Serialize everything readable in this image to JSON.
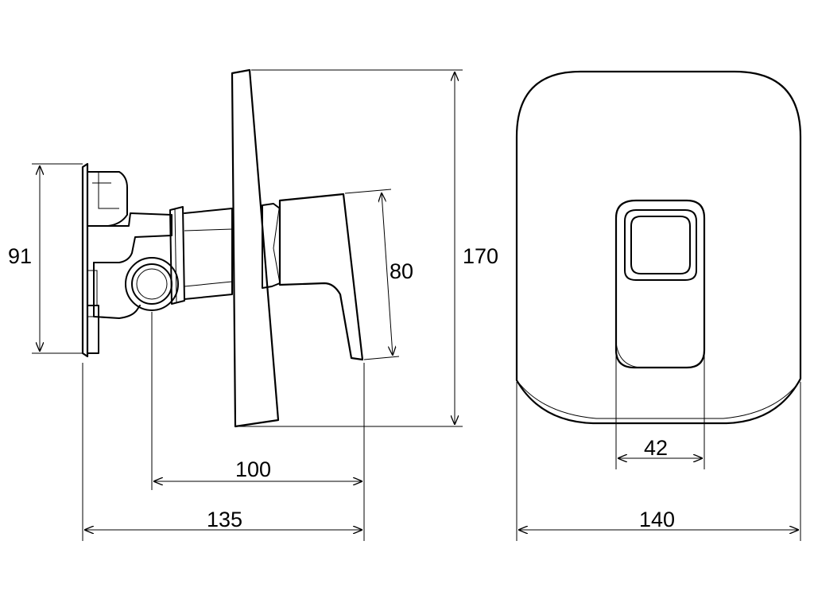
{
  "dimensions": {
    "plate_height_left": "91",
    "lever_height": "80",
    "cover_height": "170",
    "mixer_depth": "100",
    "total_depth": "135",
    "cover_width": "140",
    "button_width": "42"
  },
  "colors": {
    "line": "#000000",
    "background": "#ffffff"
  }
}
